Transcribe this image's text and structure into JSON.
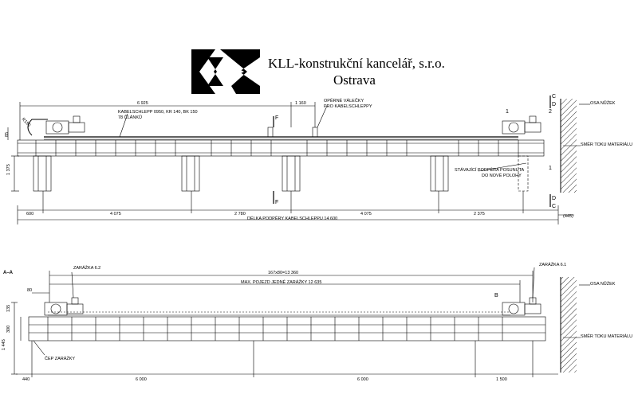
{
  "title_block": {
    "company": "KLL-konstrukční kancelář, s.r.o.",
    "city": "Ostrava"
  },
  "top_view": {
    "dims": {
      "main_span": "6 925",
      "small_span": "1 160",
      "left_small": "85",
      "height": "1 375",
      "bottom_600": "600",
      "bottom_4075a": "4 075",
      "bottom_2780": "2 780",
      "bottom_4075b": "4 075",
      "bottom_2375": "2 375",
      "right_445": "(445)",
      "angle": "R150"
    },
    "labels": {
      "kabel_1": "KABELSCHLEPP 0950, KR 140, BK 150",
      "kabel_2": "78 ČLÁNKŮ",
      "opere_1": "OPĚRNÉ VÁLEČKY",
      "opere_2": "PRO KABELSCHLEPPY",
      "stav_1": "STÁVAJÍCÍ PODPĚRA POSUNUTA",
      "stav_2": "DO NOVÉ POLOHY",
      "total": "DÉLKA PODPĚRY KABELSCHLEPPU 14 600",
      "osa": "OSA NŮŽEK",
      "smer": "SMĚR TOKU MATERIÁLU",
      "sec_F_top": "F",
      "sec_F_bot": "F",
      "sec_C_top": "C",
      "sec_D_top": "D",
      "sec_D_bot": "D",
      "sec_C_bot": "C",
      "mark_1": "1",
      "mark_2": "2",
      "mark_3": "1"
    }
  },
  "bottom_view": {
    "section": "A–A",
    "dims": {
      "pitch": "167x80=13 360",
      "max_travel": "MAX. POJEZD JEDNÉ ZARÁŽKY 12 635",
      "d80": "80",
      "d135": "135",
      "d300": "300",
      "d1445": "1 445",
      "d440": "440",
      "d6000a": "6 000",
      "d6000b": "6 000",
      "d1500": "1 500"
    },
    "labels": {
      "zarazka_62": "ZARÁŽKA 6.2",
      "zarazka_61": "ZARÁŽKA 6.1",
      "cep": "ČEP ZARÁŽKY",
      "osa": "OSA NŮŽEK",
      "smer": "SMĚR TOKU MATERIÁLU",
      "mark_B": "B"
    }
  }
}
